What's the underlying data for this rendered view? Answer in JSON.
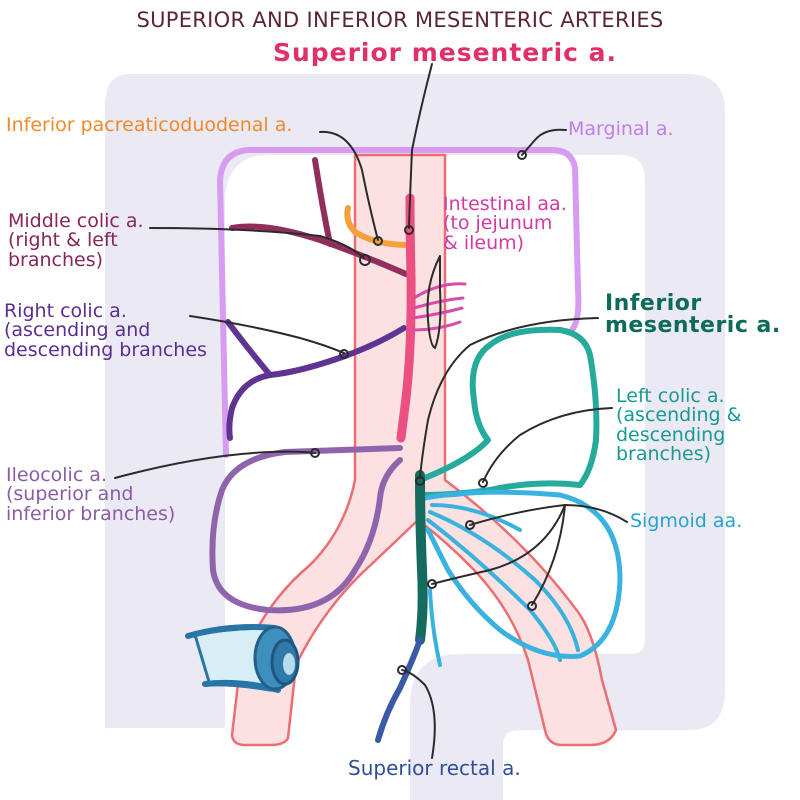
{
  "diagram": {
    "title": "SUPERIOR AND INFERIOR MESENTERIC ARTERIES",
    "main_label": "Superior mesenteric a.",
    "labels": {
      "inferior_pancreaticoduodenal": "Inferior pacreaticoduodenal a.",
      "marginal": "Marginal a.",
      "middle_colic": "Middle colic a.\n(right & left\nbranches)",
      "intestinal": "Intestinal aa.\n(to jejunum\n& ileum)",
      "inferior_mesenteric": "Inferior\nmesenteric a.",
      "right_colic": "Right colic a.\n(ascending and\ndescending branches",
      "left_colic": "Left colic a.\n(ascending &\ndescending\nbranches)",
      "ileocolic": "Ileocolic a.\n(superior and\ninferior branches)",
      "sigmoid": "Sigmoid aa.",
      "superior_rectal": "Superior rectal a."
    },
    "colors": {
      "colon_fill": "#ebe9f3",
      "aorta_fill": "#fbe1e2",
      "aorta_outline": "#ec6e73",
      "superior_mesenteric": "#ec4f82",
      "inferior_pancreaticoduodenal": "#f5a03a",
      "marginal": "#d79cf2",
      "middle_colic": "#912e5e",
      "intestinal": "#d84ba8",
      "inferior_mesenteric": "#146b5e",
      "right_colic": "#5e3392",
      "left_colic": "#26aa9c",
      "ileocolic": "#9064ad",
      "sigmoid": "#3ab2df",
      "superior_rectal": "#3a5aa8",
      "pointer": "#2b2b2b",
      "ureter_clamp": "#2a75a8"
    }
  }
}
